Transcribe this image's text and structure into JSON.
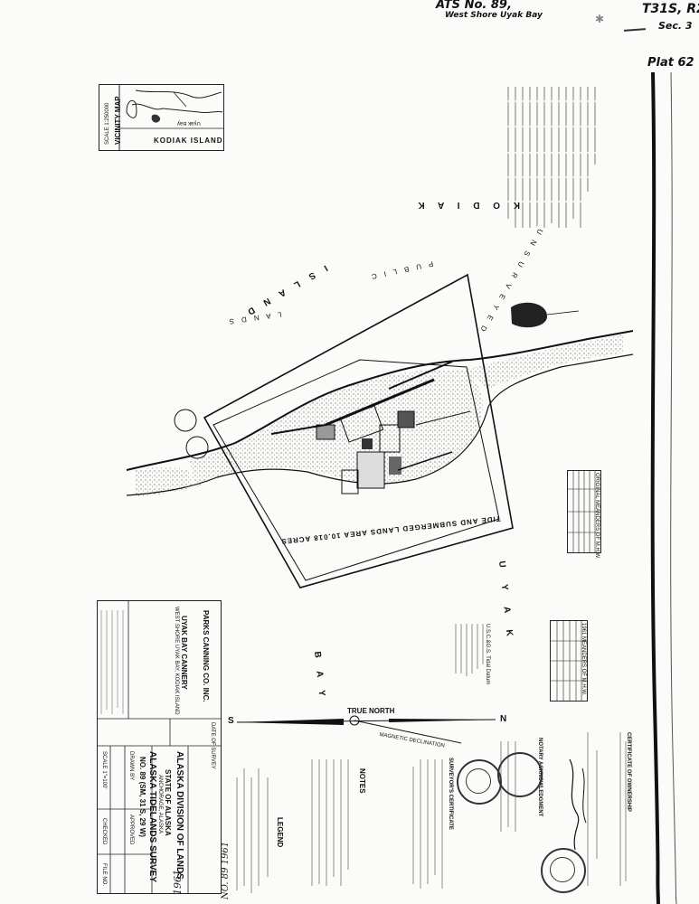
{
  "header": {
    "line1": "ATS No. 89,",
    "line2": "West Shore Uyak Bay",
    "township": "T31S, R2",
    "section": "Sec. 3",
    "plat": "Plat 62"
  },
  "vicinity_map": {
    "title": "VICINITY MAP",
    "island_label": "KODIAK ISLAND",
    "sublabel": "Uyak Bay"
  },
  "map_labels": {
    "island_vertical": "K O D I A K",
    "island_word": "I S L A N D",
    "unsurveyed": "U N S U R V E Y E D",
    "public": "P U B L I C",
    "lands": "L A N D S",
    "bay": "B A Y",
    "uyak": "U Y A K",
    "tide_area": "TIDE AND SUBMERGED LANDS AREA 10.018 ACRES",
    "true_north": "TRUE NORTH",
    "north": "N",
    "south": "S",
    "magnetic": "MAGNETIC DECLINATION"
  },
  "title_block": {
    "company": "PARKS CANNING CO. INC.",
    "cannery": "UYAK BAY CANNERY",
    "location": "WEST SHORE UYAK BAY, KODIAK ISLAND",
    "division": "ALASKA DIVISION OF LANDS",
    "state": "STATE OF ALASKA",
    "city": "ANCHORAGE, ALASKA",
    "survey_title": "ALASKA TIDELANDS SURVEY",
    "survey_no": "NO. 89  (SM, 31 S, 29 W)",
    "scale": "SCALE 1\"=100'",
    "drawn_by": "DRAWN BY",
    "checked": "CHECKED",
    "approved": "APPROVED",
    "file_no": "FILE NO.",
    "date_of_survey": "DATE OF SURVEY"
  },
  "legend": {
    "title": "LEGEND",
    "notes_title": "NOTES"
  },
  "certificates": {
    "ownership": "CERTIFICATE OF OWNERSHIP",
    "surveyor": "SURVEYOR'S CERTIFICATE",
    "notary": "NOTARY ACKNOWLEDGMENT",
    "year": "1961"
  },
  "tables": {
    "mhw_title": "ORIGINAL MEANDERS OF M.H.W.",
    "mhw_title2": "1961 MEANDERS OF M.H.W.",
    "tide_title": "U.S.C.&G.S. Tidal Datum"
  },
  "bottom_note": "NO. 89  1961"
}
